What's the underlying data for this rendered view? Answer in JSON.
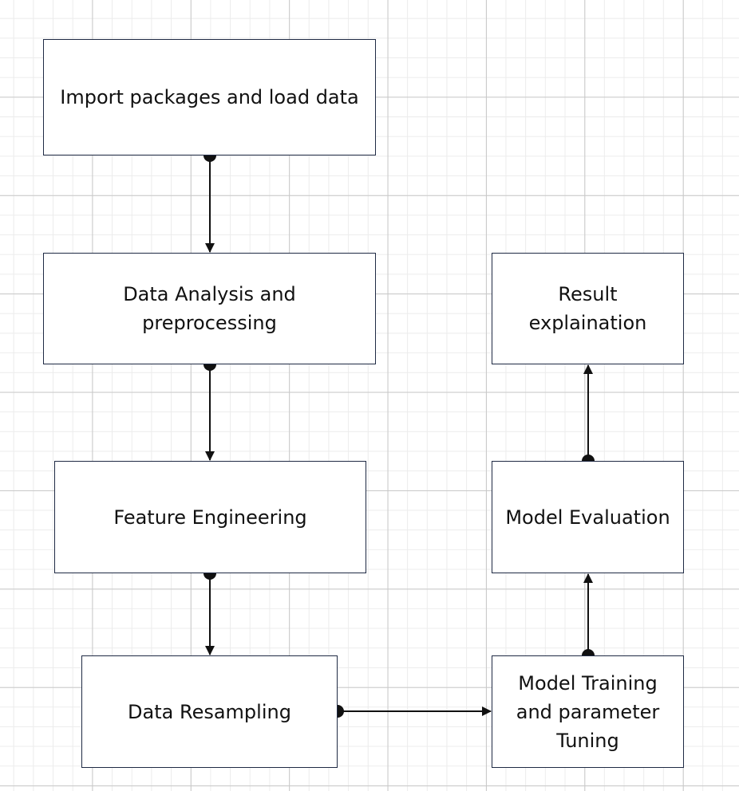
{
  "diagram": {
    "nodes": [
      {
        "id": "import",
        "label": "Import packages and load data"
      },
      {
        "id": "analysis",
        "label": "Data Analysis and\npreprocessing"
      },
      {
        "id": "feature",
        "label": "Feature Engineering"
      },
      {
        "id": "resample",
        "label": "Data Resampling"
      },
      {
        "id": "training",
        "label": "Model Training\nand parameter\nTuning"
      },
      {
        "id": "eval",
        "label": "Model Evaluation"
      },
      {
        "id": "result",
        "label": "Result\nexplaination"
      }
    ],
    "edges": [
      {
        "from": "import",
        "to": "analysis"
      },
      {
        "from": "analysis",
        "to": "feature"
      },
      {
        "from": "feature",
        "to": "resample"
      },
      {
        "from": "resample",
        "to": "training"
      },
      {
        "from": "training",
        "to": "eval"
      },
      {
        "from": "eval",
        "to": "result"
      }
    ],
    "colors": {
      "line": "#111111",
      "node_border": "#1f2a44",
      "node_fill": "#ffffff",
      "grid_major": "#c8c8c8",
      "grid_minor": "#ececec"
    }
  }
}
